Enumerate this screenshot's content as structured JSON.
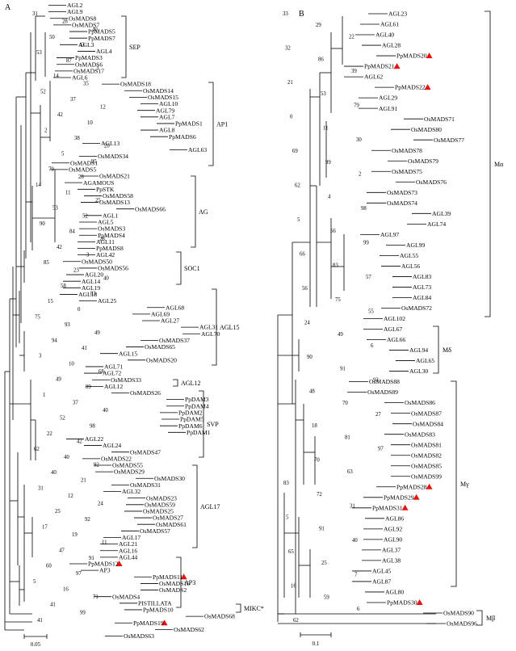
{
  "colors": {
    "line": "#000000",
    "marker": "#e8130f",
    "background": "#ffffff"
  },
  "panels": [
    {
      "letter": "A",
      "leaves": [
        "AGL2",
        "AGL9",
        "OsMADS8",
        "OsMADS7",
        "PpMADS5",
        "PpMADS7",
        "AGL3",
        "AGL4",
        "PpMADS3",
        "OsMADS6",
        "OsMADS17",
        "AGL6",
        "OsMADS18",
        "OsMADS14",
        "OsMADS15",
        "AGL10",
        "AGL79",
        "AGL7",
        "PpMADS1",
        "AGL8",
        "PpMADS6",
        "AGL13",
        "AGL63",
        "OsMADS34",
        "OsMADS1",
        "OsMADS5",
        "OsMADS21",
        "AGAMOUS",
        "PpSTK",
        "OsMADS58",
        "OsMADS13",
        "OsMADS66",
        "AGL1",
        "AGL5",
        "OsMADS3",
        "PpMADS4",
        "AGL11",
        "PpMADS8",
        "AGL42",
        "OsMADS50",
        "OsMADS56",
        "AGL20",
        "AGL14",
        "AGL19",
        "AGL18",
        "AGL25",
        "AGL68",
        "AGL69",
        "AGL27",
        "AGL31",
        "AGL70",
        "OsMADS37",
        "OsMADS65",
        "AGL15",
        "OsMADS20",
        "AGL71",
        "AGL72",
        "OsMADS33",
        "AGL12",
        "OsMADS26",
        "PpDAM3",
        "PpDAM4",
        "PpDAM2",
        "PpDAM5",
        "PpDAM6",
        "PpDAM1",
        "AGL22",
        "AGL24",
        "OsMADS47",
        "OsMADS22",
        "OsMADS55",
        "OsMADS29",
        "OsMADS30",
        "OsMADS31",
        "AGL32",
        "OsMADS23",
        "OsMADS59",
        "OsMADS25",
        "OsMADS27",
        "OsMADS61",
        "OsMADS57",
        "AGL17",
        "AGL21",
        "AGL16",
        "AGL44",
        "PpMADS12",
        "AP3",
        "PpMADS11",
        "OsMADS16",
        "OsMADS2",
        "OsMADS4",
        "PISTILLATA",
        "PpMADS10",
        "OsMADS68",
        "PpMADS19",
        "OsMADS62",
        "OsMADS63"
      ],
      "marked": [
        "PpMADS12",
        "PpMADS11",
        "PpMADS19"
      ],
      "supports": [
        "31",
        "28",
        "40",
        "50",
        "43",
        "53",
        "87",
        "3",
        "14",
        "35",
        "52",
        "37",
        "12",
        "42",
        "10",
        "2",
        "38",
        "20",
        "5",
        "95",
        "79",
        "28",
        "14",
        "11",
        "25",
        "53",
        "52",
        "90",
        "84",
        "28",
        "42",
        "3",
        "85",
        "23",
        "40",
        "58",
        "83",
        "15",
        "0",
        "75",
        "93",
        "49",
        "94",
        "41",
        "3",
        "10",
        "68",
        "49",
        "89",
        "1",
        "37",
        "40",
        "52",
        "98",
        "22",
        "42",
        "62",
        "40",
        "92",
        "40",
        "21",
        "31",
        "12",
        "24",
        "25",
        "92",
        "17",
        "19",
        "11",
        "47",
        "91",
        "60",
        "97",
        "5",
        "16",
        "71",
        "41",
        "99",
        "41"
      ],
      "clades": [
        "SEP",
        "AP1",
        "AG",
        "SOC1",
        "AGL15",
        "AGL12",
        "SVP",
        "AGL17",
        "AP3",
        "MIKC*"
      ],
      "scale": "0.05"
    },
    {
      "letter": "B",
      "leaves": [
        "AGL23",
        "AGL61",
        "AGL40",
        "AGL28",
        "PpMADS20",
        "PpMADS21",
        "AGL62",
        "PpMADS22",
        "AGL29",
        "AGL91",
        "OsMADS71",
        "OsMADS80",
        "OsMADS77",
        "OsMADS78",
        "OsMADS79",
        "OsMADS75",
        "OsMADS76",
        "OsMADS73",
        "OsMADS74",
        "AGL39",
        "AGL74",
        "AGL97",
        "AGL99",
        "AGL55",
        "AGL56",
        "AGL83",
        "AGL73",
        "AGL84",
        "OsMADS72",
        "AGL102",
        "AGL67",
        "AGL66",
        "AGL94",
        "AGL65",
        "AGL30",
        "OsMADS88",
        "OsMADS89",
        "OsMADS86",
        "OsMADS87",
        "OsMADS84",
        "OsMADS83",
        "OsMADS81",
        "OsMADS82",
        "OsMADS85",
        "OsMADS99",
        "PpMADS28",
        "PpMADS29",
        "PpMADS31",
        "AGL86",
        "AGL92",
        "AGL90",
        "AGL37",
        "AGL38",
        "AGL45",
        "AGL87",
        "AGL80",
        "PpMADS30",
        "OsMADS90",
        "OsMADS96"
      ],
      "marked": [
        "PpMADS20",
        "PpMADS21",
        "PpMADS22",
        "PpMADS28",
        "PpMADS29",
        "PpMADS31",
        "PpMADS30"
      ],
      "supports": [
        "33",
        "29",
        "22",
        "32",
        "86",
        "39",
        "21",
        "53",
        "79",
        "0",
        "11",
        "30",
        "69",
        "99",
        "2",
        "62",
        "4",
        "98",
        "5",
        "56",
        "99",
        "66",
        "83",
        "57",
        "56",
        "75",
        "55",
        "24",
        "49",
        "6",
        "90",
        "91",
        "93",
        "48",
        "70",
        "27",
        "18",
        "81",
        "97",
        "70",
        "63",
        "83",
        "72",
        "31",
        "5",
        "91",
        "40",
        "65",
        "25",
        "7",
        "16",
        "59",
        "6",
        "62"
      ],
      "clades": [
        "Mα",
        "Mδ",
        "Mγ",
        "Mβ"
      ],
      "scale": "0.1"
    }
  ]
}
